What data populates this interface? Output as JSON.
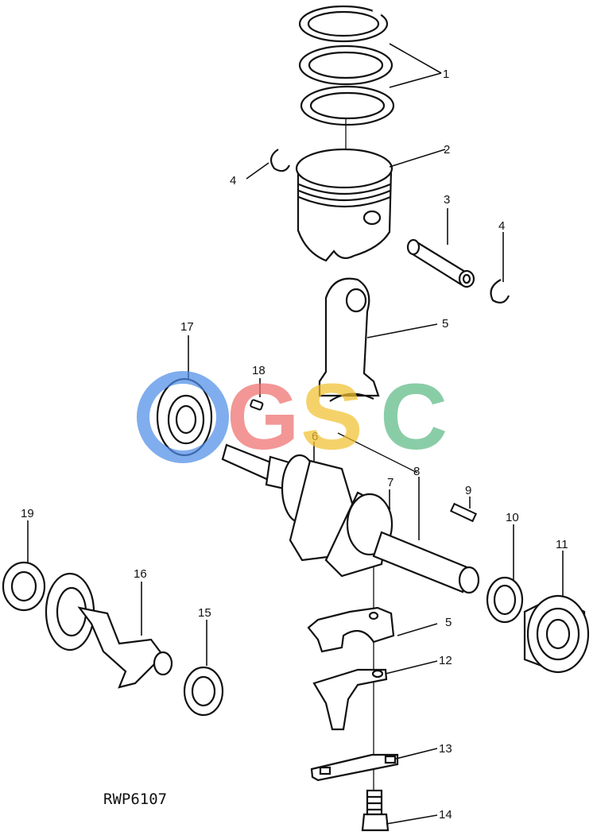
{
  "figure": {
    "drawing_code": "RWP6107",
    "callouts": [
      "1",
      "2",
      "3",
      "4",
      "4",
      "5",
      "5",
      "6",
      "7",
      "8",
      "9",
      "10",
      "11",
      "12",
      "13",
      "14",
      "15",
      "16",
      "17",
      "18",
      "19"
    ]
  },
  "watermark": {
    "letters": [
      "G",
      "S",
      "C"
    ],
    "colors": {
      "blue": "#4f8de8",
      "red": "#ef6f6f",
      "yellow": "#f2c230",
      "green": "#5dba86"
    }
  },
  "line_color": "#111111"
}
